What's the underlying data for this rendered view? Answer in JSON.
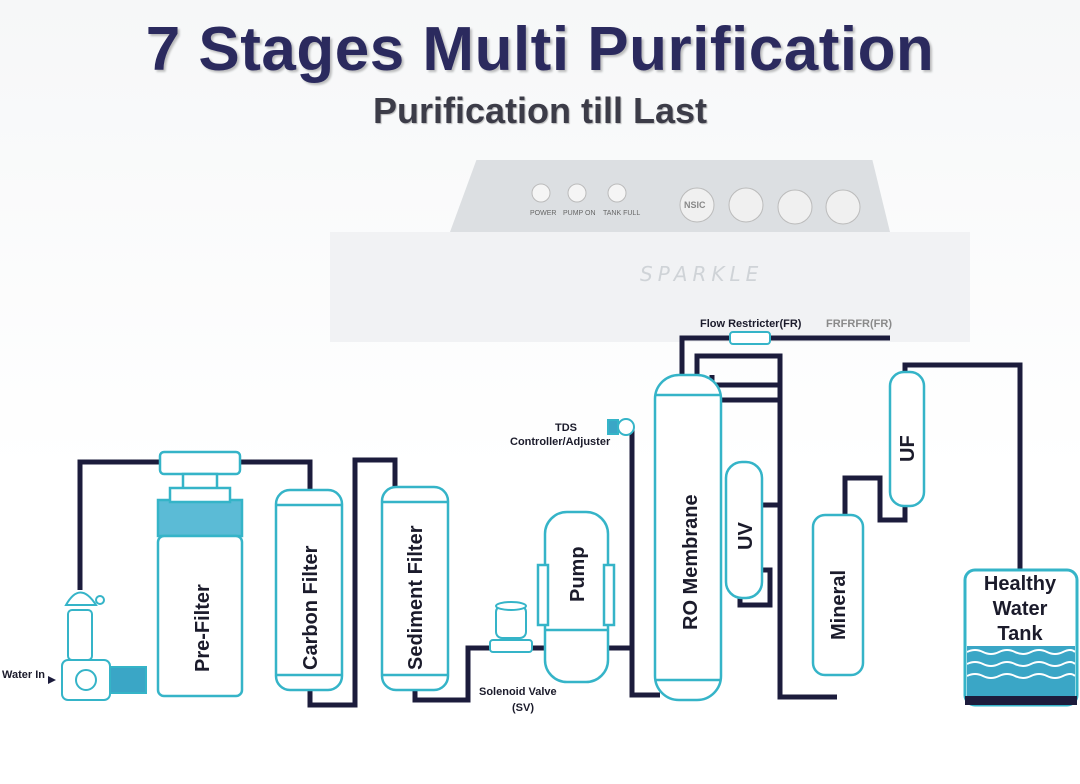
{
  "title": "7 Stages Multi Purification",
  "subtitle": "Purification till Last",
  "product": {
    "brand": "SPARKLE",
    "indicators": [
      "POWER",
      "PUMP ON",
      "TANK FULL"
    ],
    "badge": "NSIC"
  },
  "labels": {
    "water_in": "Water In",
    "pre_filter": "Pre-Filter",
    "carbon_filter": "Carbon Filter",
    "sediment_filter": "Sediment Filter",
    "solenoid_valve_1": "Solenoid Valve",
    "solenoid_valve_2": "(SV)",
    "pump": "Pump",
    "tds_1": "TDS",
    "tds_2": "Controller/Adjuster",
    "ro_membrane": "RO Membrane",
    "uv": "UV",
    "flow_restricter": "Flow Restricter(FR)",
    "flow_restricter_echo": "FRFRFR(FR)",
    "mineral": "Mineral",
    "uf": "UF",
    "tank_1": "Healthy",
    "tank_2": "Water",
    "tank_3": "Tank"
  },
  "colors": {
    "pipe": "#1c1c3c",
    "component_stroke": "#35b4c8",
    "component_fill": "#ffffff",
    "water": "#3aa6c6"
  }
}
